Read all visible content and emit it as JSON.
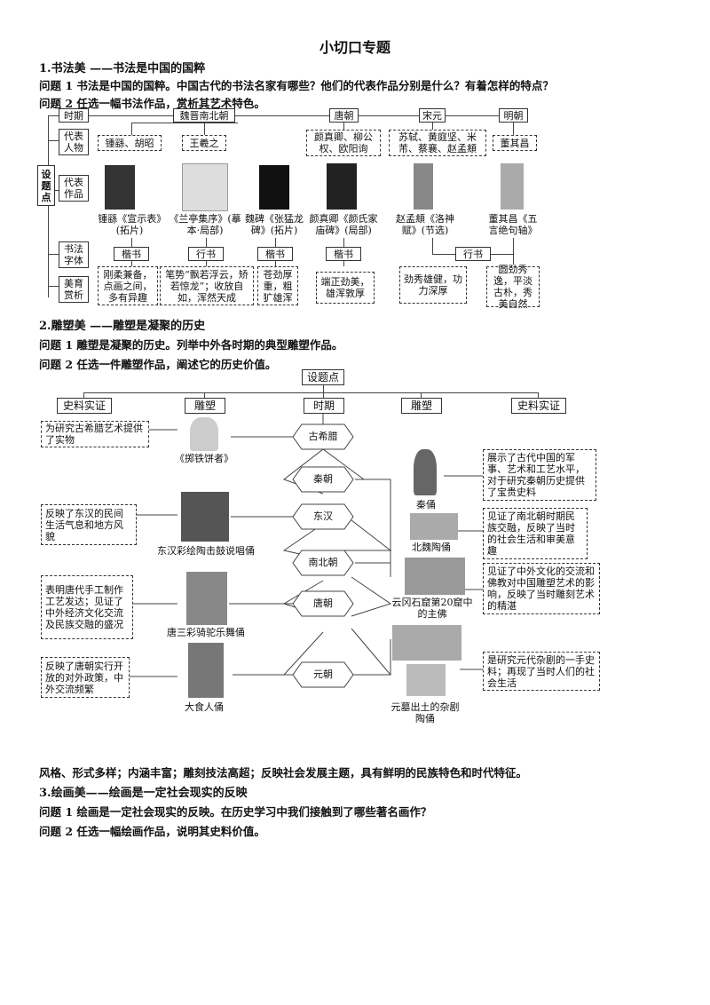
{
  "title": "小切口专题",
  "sec1": {
    "heading": "1.书法美 ——书法是中国的国粹",
    "q1": "问题 1   书法是中国的国粹。中国古代的书法名家有哪些？他们的代表作品分别是什么？有着怎样的特点？",
    "q2": "问题 2   任选一幅书法作品，赏析其艺术特色。",
    "rows": {
      "period": "时期",
      "people": "代表人物",
      "works": "代表作品",
      "center": "设题点",
      "script": "书法字体",
      "beauty": "美育赏析"
    },
    "eras": [
      "魏晋南北朝",
      "唐朝",
      "宋元",
      "明朝"
    ],
    "people": [
      "锺繇、胡昭",
      "王羲之",
      "颜真卿、柳公权、欧阳询",
      "苏轼、黄庭坚、米芾、蔡襄、赵孟頫",
      "董其昌"
    ],
    "works": [
      "锺繇《宣示表》(拓片)",
      "《兰亭集序》(摹本·局部)",
      "魏碑《张猛龙碑》(拓片)",
      "颜真卿《颜氏家庙碑》(局部)",
      "赵孟頫《洛神赋》(节选)",
      "董其昌《五言绝句轴》"
    ],
    "scripts": [
      "楷书",
      "行书",
      "楷书",
      "楷书",
      "行书"
    ],
    "beauty": [
      "刚柔兼备，点画之间，多有异趣",
      "笔势“飘若浮云，矫若惊龙”；收放自如，浑然天成",
      "苍劲厚重，粗犷雄浑",
      "端正劲美，雄浑敦厚",
      "劲秀雄健，功力深厚",
      "圆劲秀逸，平淡古朴，秀美自然"
    ]
  },
  "sec2": {
    "heading": "2.雕塑美 ——雕塑是凝聚的历史",
    "q1": "问题 1   雕塑是凝聚的历史。列举中外各时期的典型雕塑作品。",
    "q2": "问题 2   任选一件雕塑作品，阐述它的历史价值。",
    "center": "设题点",
    "headers": [
      "史料实证",
      "雕塑",
      "时期",
      "雕塑",
      "史料实证"
    ],
    "periods": [
      "古希腊",
      "秦朝",
      "东汉",
      "南北朝",
      "唐朝",
      "元朝"
    ],
    "left_notes": [
      "为研究古希腊艺术提供了实物",
      "反映了东汉的民间生活气息和地方风貌",
      "表明唐代手工制作工艺发达；见证了中外经济文化交流及民族交融的盛况",
      "反映了唐朝实行开放的对外政策，中外交流频繁"
    ],
    "left_works": [
      "《掷铁饼者》",
      "东汉彩绘陶击鼓说唱俑",
      "唐三彩骑驼乐舞俑",
      "大食人俑"
    ],
    "right_works": [
      "秦俑",
      "北魏陶俑",
      "云冈石窟第20窟中的主佛",
      "元墓出土的杂剧陶俑"
    ],
    "right_notes": [
      "展示了古代中国的军事、艺术和工艺水平，对于研究秦朝历史提供了宝贵史料",
      "见证了南北朝时期民族交融，反映了当时的社会生活和审美意趣",
      "见证了中外文化的交流和佛教对中国雕塑艺术的影响，反映了当时雕刻艺术的精湛",
      "是研究元代杂剧的一手史料；再现了当时人们的社会生活"
    ],
    "summary": "风格、形式多样；内涵丰富；雕刻技法高超；反映社会发展主题，具有鲜明的民族特色和时代特征。"
  },
  "sec3": {
    "heading": "3.绘画美——绘画是一定社会现实的反映",
    "q1": "问题 1   绘画是一定社会现实的反映。在历史学习中我们接触到了哪些著名画作？",
    "q2": "问题 2   任选一幅绘画作品，说明其史料价值。"
  }
}
